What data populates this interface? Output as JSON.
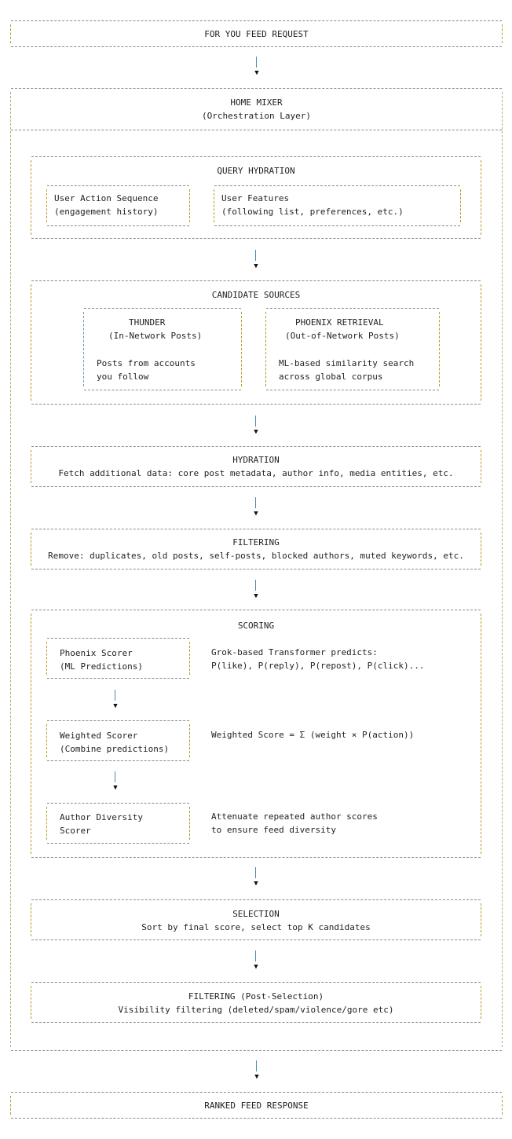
{
  "request": "FOR YOU FEED REQUEST",
  "home_mixer": {
    "title": "HOME MIXER",
    "subtitle": "(Orchestration Layer)"
  },
  "query_hydration": {
    "title": "QUERY HYDRATION",
    "user_action": {
      "line1": "User Action Sequence",
      "line2": "(engagement history)"
    },
    "user_features": {
      "line1": "User Features",
      "line2": "(following list, preferences, etc.)"
    }
  },
  "candidate_sources": {
    "title": "CANDIDATE SOURCES",
    "thunder": {
      "title": "THUNDER",
      "subtitle": "(In-Network Posts)",
      "desc1": "Posts from accounts",
      "desc2": "you follow"
    },
    "phoenix": {
      "title": "PHOENIX RETRIEVAL",
      "subtitle": "(Out-of-Network Posts)",
      "desc1": "ML-based similarity search",
      "desc2": "across global corpus"
    }
  },
  "hydration": {
    "title": "HYDRATION",
    "desc": "Fetch additional data: core post metadata, author info, media entities, etc."
  },
  "filtering": {
    "title": "FILTERING",
    "desc": "Remove: duplicates, old posts, self-posts, blocked authors, muted keywords, etc."
  },
  "scoring": {
    "title": "SCORING",
    "phoenix_scorer": {
      "line1": "Phoenix Scorer",
      "line2": "(ML Predictions)",
      "desc1": "Grok-based Transformer predicts:",
      "desc2": "P(like), P(reply), P(repost), P(click)..."
    },
    "weighted_scorer": {
      "line1": "Weighted Scorer",
      "line2": "(Combine predictions)",
      "desc1": "Weighted Score = Σ (weight × P(action))"
    },
    "author_diversity": {
      "line1": "Author Diversity",
      "line2": "Scorer",
      "desc1": "Attenuate repeated author scores",
      "desc2": "to ensure feed diversity"
    }
  },
  "selection": {
    "title": "SELECTION",
    "desc": "Sort by final score, select top K candidates"
  },
  "post_filtering": {
    "title": "FILTERING (Post-Selection)",
    "desc": "Visibility filtering (deleted/spam/violence/gore etc)"
  },
  "response": "RANKED FEED RESPONSE",
  "icons": {
    "arrow": "▼"
  }
}
